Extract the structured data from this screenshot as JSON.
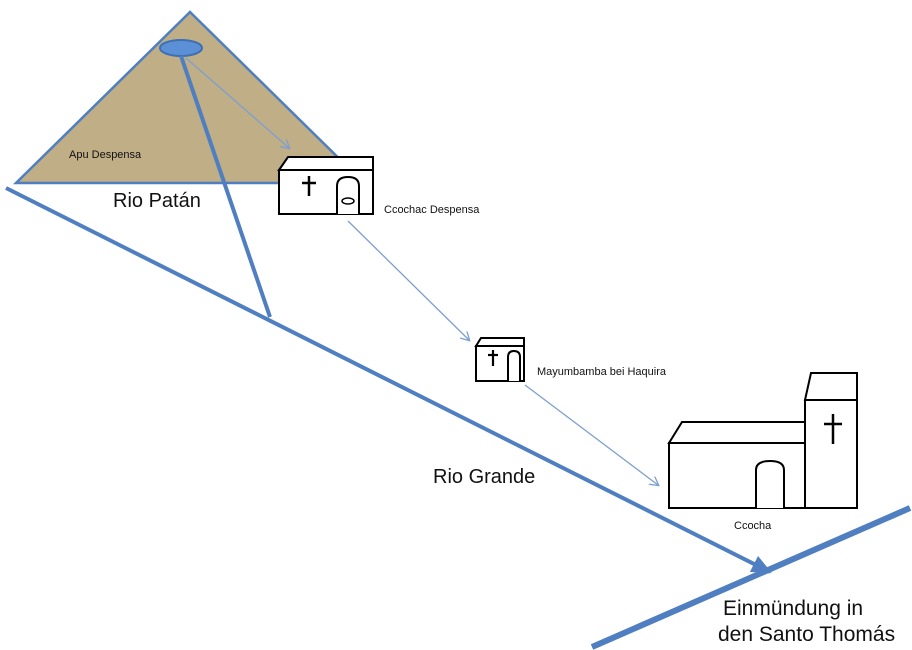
{
  "labels": {
    "mountain": "Apu Despensa",
    "rio_patan": "Rio Patán",
    "ccochac": "Ccochac Despensa",
    "mayumbamba": "Mayumbamba bei Haquira",
    "rio_grande": "Rio Grande",
    "ccocha": "Ccocha",
    "confluence_line1": "Einmündung in",
    "confluence_line2": "den Santo Thomás"
  },
  "colors": {
    "mountain_fill": "#bfae86",
    "river": "#4f7fc0",
    "lake_fill": "#5b8fd6",
    "arrow": "#7d9fd0",
    "building_stroke": "#000000",
    "building_fill": "#ffffff"
  },
  "icons": [
    "cross-icon",
    "door-icon"
  ]
}
